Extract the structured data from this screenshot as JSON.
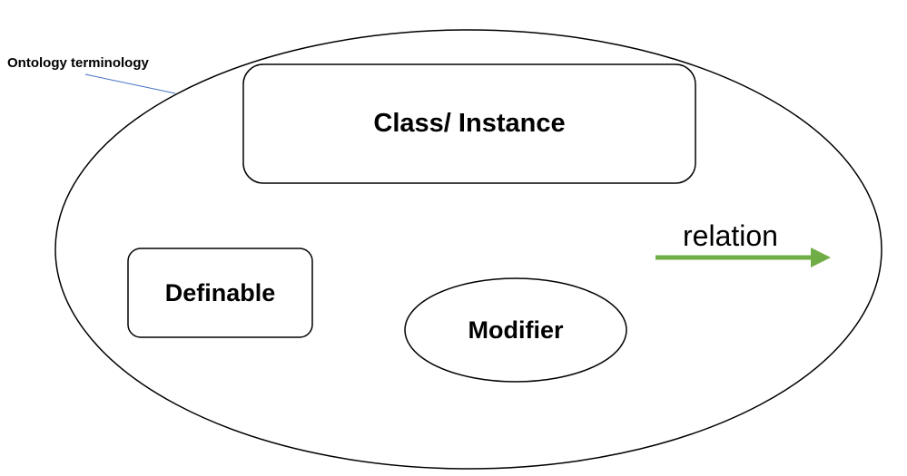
{
  "diagram": {
    "title": "Ontology terminology",
    "nodes": [
      {
        "id": "class-instance",
        "label": "Class/ Instance"
      },
      {
        "id": "definable",
        "label": "Definable"
      },
      {
        "id": "modifier",
        "label": "Modifier"
      }
    ],
    "legend": {
      "label": "relation",
      "arrow_color": "#70ad47"
    },
    "colors": {
      "stroke": "#000000",
      "leader_line": "#4472c4",
      "background": "#ffffff"
    }
  }
}
